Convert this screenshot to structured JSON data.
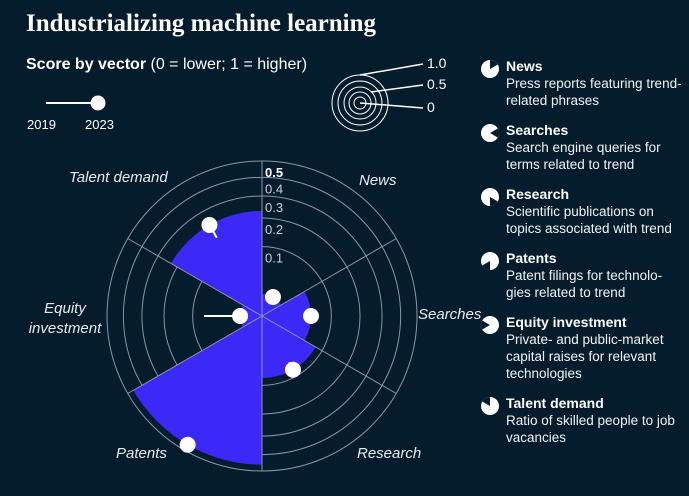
{
  "title": "Industrializing machine learning",
  "subtitle": {
    "bold": "Score by vector",
    "rest": " (0 = lower; 1 = higher)"
  },
  "year_labels": {
    "start": "2019",
    "end": "2023"
  },
  "key_labels": [
    "1.0",
    "0.5",
    "0"
  ],
  "legend": [
    {
      "name": "News",
      "desc": "Press reports featuring trend-related phrases",
      "icon": "news-sector-icon"
    },
    {
      "name": "Searches",
      "desc": "Search engine queries for terms related to trend",
      "icon": "searches-sector-icon"
    },
    {
      "name": "Research",
      "desc": "Scientific publications on topics associated with trend",
      "icon": "research-sector-icon"
    },
    {
      "name": "Patents",
      "desc": "Patent filings for technolo-gies related to trend",
      "icon": "patents-sector-icon"
    },
    {
      "name": "Equity investment",
      "desc": "Private- and public-market capital raises for relevant technologies",
      "icon": "equity-sector-icon"
    },
    {
      "name": "Talent demand",
      "desc": "Ratio of skilled people to job vacancies",
      "icon": "talent-sector-icon"
    }
  ],
  "colors": {
    "background": "#051c2c",
    "fill": "#3c28f7",
    "grid": "#8a96a3",
    "text": "#ffffff"
  },
  "chart_data": {
    "type": "radial_bar",
    "r_max": 0.5,
    "ticks": [
      "0.1",
      "0.2",
      "0.3",
      "0.4",
      "0.5"
    ],
    "tick_values": [
      0.1,
      0.2,
      0.3,
      0.4,
      0.5
    ],
    "categories": [
      "News",
      "Searches",
      "Research",
      "Patents",
      "Equity investment",
      "Talent demand"
    ],
    "axis_labels": [
      "News",
      "Searches",
      "Research",
      "Patents",
      "Equity\ninvestment",
      "Talent demand"
    ],
    "series": [
      {
        "name": "2019",
        "values": [
          0.01,
          0.04,
          0.06,
          0.48,
          0.07,
          0.17
        ]
      },
      {
        "name": "2023",
        "values": [
          0.01,
          0.05,
          0.08,
          0.46,
          0.01,
          0.23
        ]
      }
    ]
  }
}
